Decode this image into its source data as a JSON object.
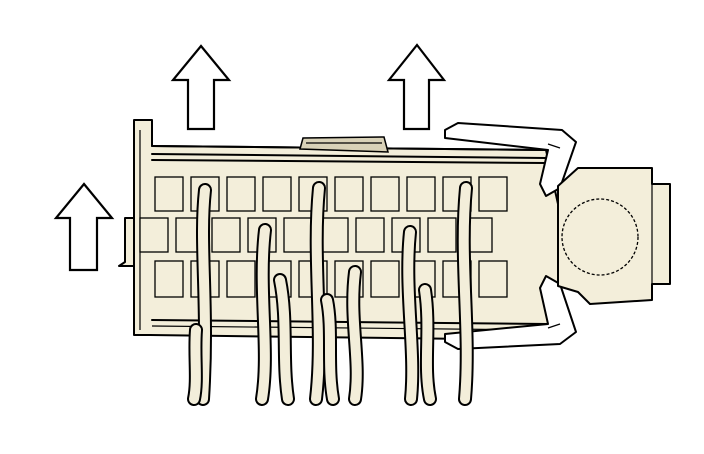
{
  "figure": {
    "background_color": "#ffffff",
    "body_color": "#f3eeda",
    "ink_color": "#000000",
    "release_direction": "up",
    "release_arrow_count": 3,
    "terminal_rows": 3,
    "terminal_columns": 10,
    "wire_count": 10
  }
}
